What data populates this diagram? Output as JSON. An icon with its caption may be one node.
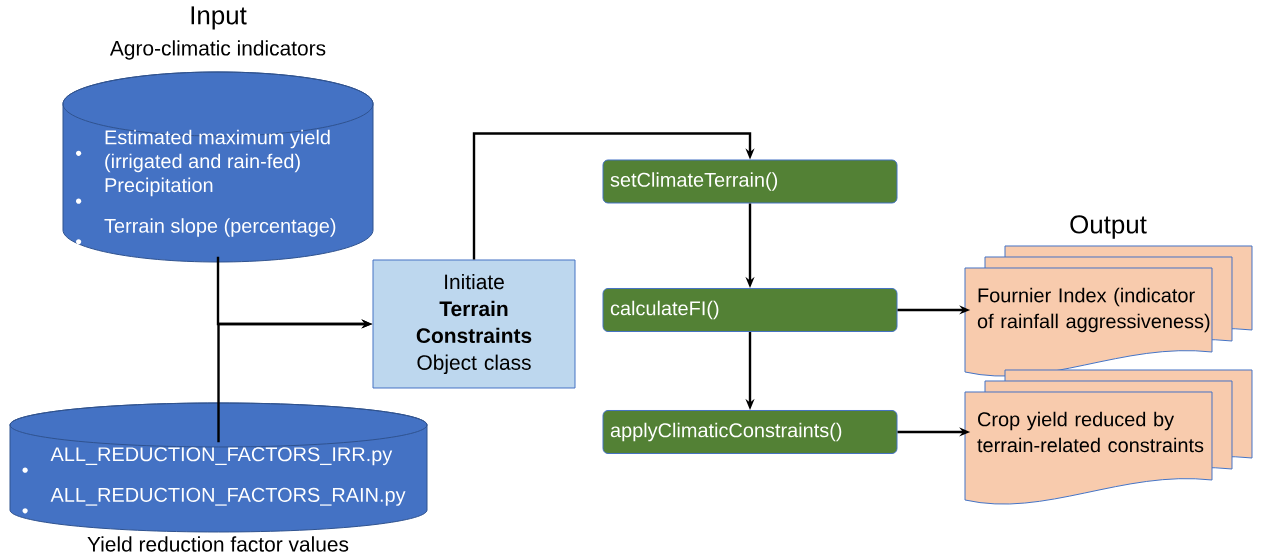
{
  "diagram": {
    "nodes": [
      {
        "text": [
          "Input",
          "Agro-climatic indicators",
          "Estimated maximum yield (irrigated and rain-fed)",
          "Precipitation",
          "Terrain slope (percentage)"
        ]
      },
      {
        "text": [
          "ALL_REDUCTION_FACTORS_IRR.py",
          "ALL_REDUCTION_FACTORS_RAIN.py",
          "Yield reduction factor values"
        ]
      },
      {
        "text": [
          "Initiate **Terrain Constraints** Object class"
        ]
      },
      {
        "text": [
          "setClimateTerrain()"
        ]
      },
      {
        "text": [
          "calculateFI()"
        ]
      },
      {
        "text": [
          "applyClimaticConstraints()"
        ]
      },
      {
        "text": [
          "Fournier Index (indicator of rainfall aggressiveness)"
        ]
      },
      {
        "text": [
          "Crop yield reduced by terrain-related constraints"
        ]
      }
    ],
    "edges": [
      {
        "from": 0,
        "to": 2,
        "arrow": "to"
      },
      {
        "from": 1,
        "to": 2,
        "arrow": "to"
      },
      {
        "from": 2,
        "to": 3,
        "arrow": "to"
      },
      {
        "from": 3,
        "to": 4,
        "arrow": "to"
      },
      {
        "from": 4,
        "to": 5,
        "arrow": "to"
      },
      {
        "from": 4,
        "to": 6,
        "arrow": "to"
      },
      {
        "from": 5,
        "to": 7,
        "arrow": "to"
      }
    ],
    "labels": [
      "Output"
    ]
  }
}
